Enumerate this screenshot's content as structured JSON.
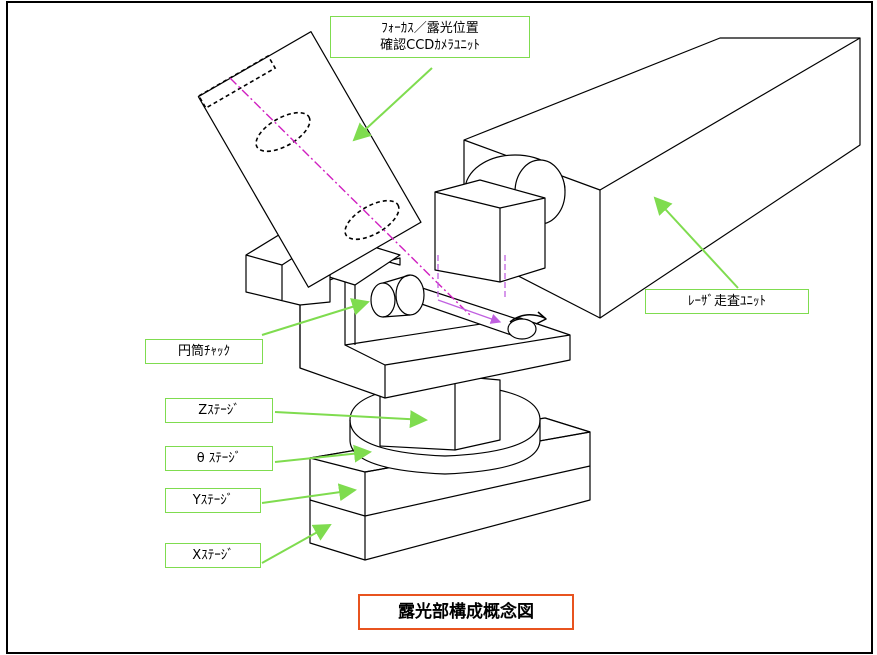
{
  "labels": {
    "ccd_unit_line1": "ﾌｫｰｶｽ／露光位置",
    "ccd_unit_line2": "確認CCDｶﾒﾗﾕﾆｯﾄ",
    "laser_unit": "ﾚｰｻﾞ走査ﾕﾆｯﾄ",
    "chuck": "円筒ﾁｬｯｸ",
    "z_stage": "Zｽﾃｰｼﾞ",
    "theta_stage": "θ ｽﾃｰｼﾞ",
    "y_stage": "Yｽﾃｰｼﾞ",
    "x_stage": "Xｽﾃｰｼﾞ"
  },
  "caption": "露光部構成概念図",
  "colors": {
    "label_border": "#7fdc4f",
    "leader_line": "#7fdc4f",
    "caption_border": "#e8531f",
    "optical_axis": "#d020c0",
    "beam_path": "#c060e0"
  }
}
